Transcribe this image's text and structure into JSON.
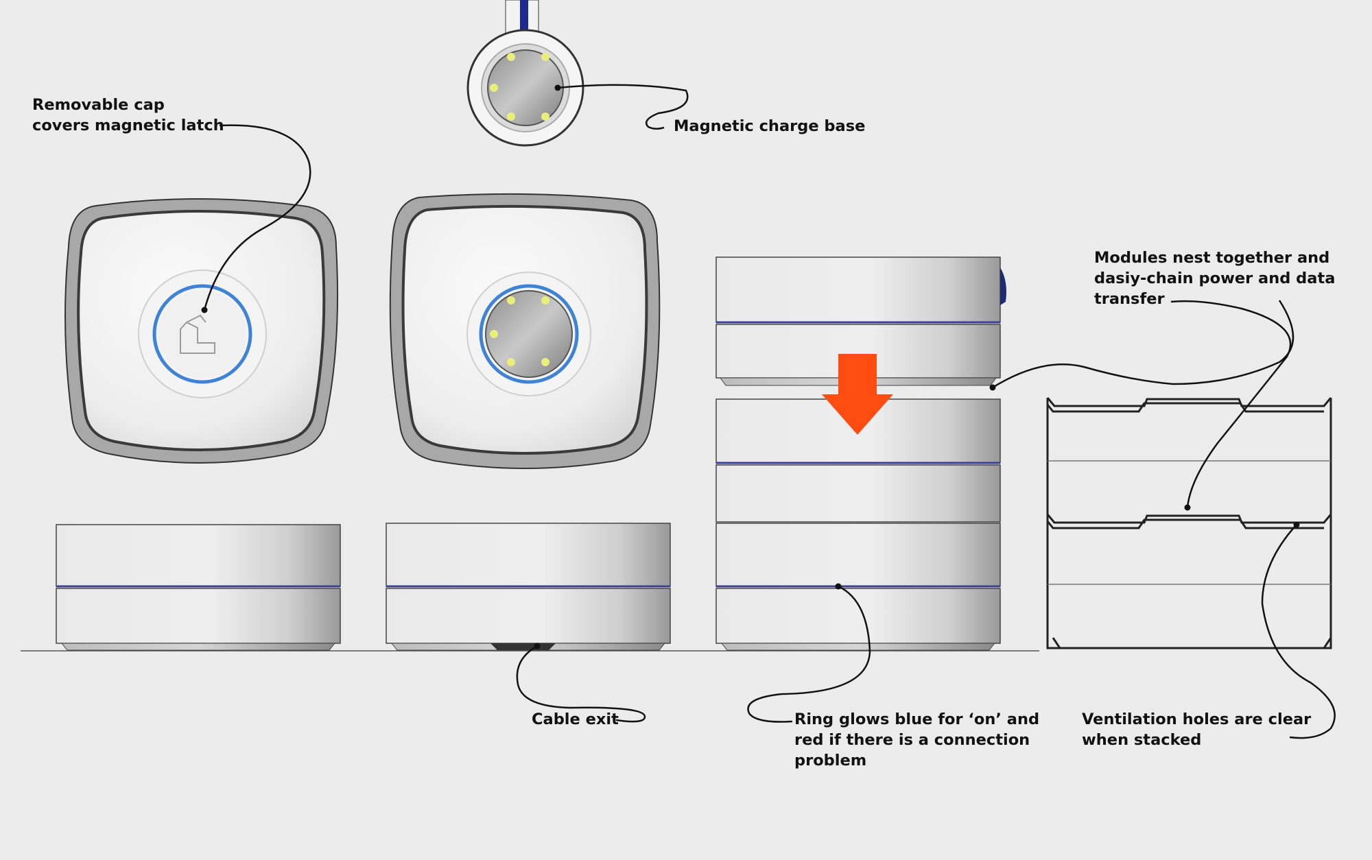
{
  "colors": {
    "background": "#ececec",
    "ring_blue": "#3f83d6",
    "arrow_orange": "#ff4d12",
    "band_navy": "#3a3f9a",
    "cable_blue": "#1f2a8f",
    "contact_yellow": "#e9ef7a",
    "outline": "#222222"
  },
  "annotations": {
    "cap": {
      "lines": [
        "Removable cap",
        "covers magnetic latch"
      ]
    },
    "charge_base": {
      "lines": [
        "Magnetic charge base"
      ]
    },
    "modules": {
      "lines": [
        "Modules nest together and",
        "dasiy-chain power and data",
        "transfer"
      ]
    },
    "cable": {
      "lines": [
        "Cable exit"
      ]
    },
    "ring": {
      "lines": [
        "Ring glows blue for ‘on’ and",
        "red if there is a connection",
        "problem"
      ]
    },
    "ventilation": {
      "lines": [
        "Ventilation holes are clear",
        "when stacked"
      ]
    }
  },
  "icons": [
    "magnetic-connector-icon",
    "cap-logo-icon",
    "stack-down-arrow-icon"
  ]
}
